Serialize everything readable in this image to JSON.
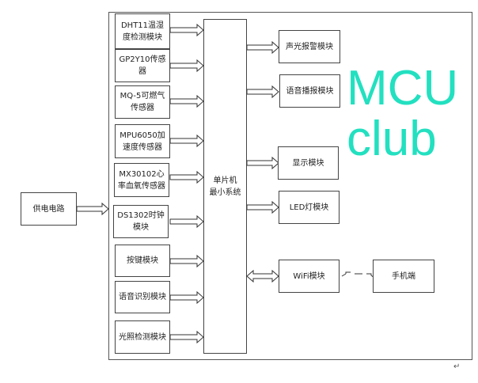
{
  "watermark": "MCUclub",
  "power": "供电电路",
  "mcu": "单片机\n最小系统",
  "inputs": [
    "DHT11温湿度检测模块",
    "GP2Y10传感器",
    "MQ-5可燃气传感器",
    "MPU6050加速度传感器",
    "MX30102心率血氧传感器",
    "DS1302时钟模块",
    "按键模块",
    "语音识别模块",
    "光照检测模块"
  ],
  "outputs": [
    "声光报警模块",
    "语音播报模块",
    "显示模块",
    "LED灯模块",
    "WiFi模块"
  ],
  "phone": "手机端",
  "return_mark": "↵"
}
